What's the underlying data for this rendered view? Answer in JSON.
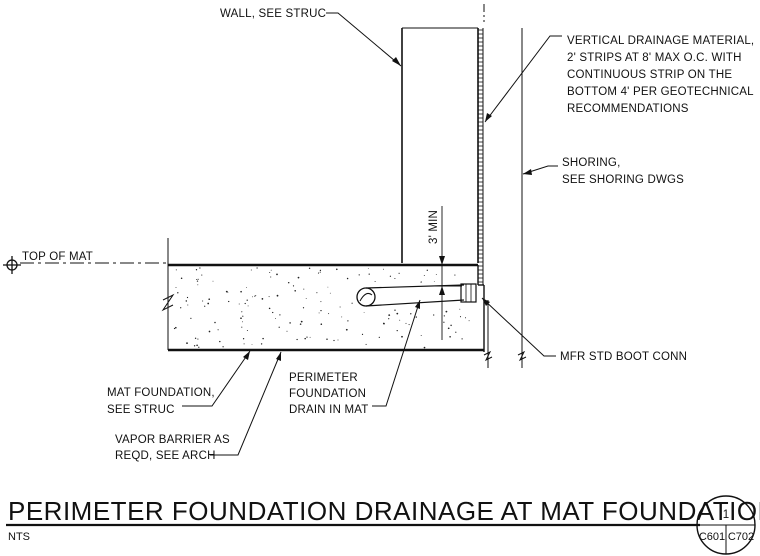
{
  "labels": {
    "wall": "WALL, SEE STRUC",
    "drainage": [
      "VERTICAL DRAINAGE MATERIAL,",
      "2' STRIPS AT 8' MAX O.C. WITH",
      "CONTINUOUS STRIP ON THE",
      "BOTTOM 4' PER GEOTECHNICAL",
      "RECOMMENDATIONS"
    ],
    "shoring": [
      "SHORING,",
      "SEE SHORING DWGS"
    ],
    "min_dim": "3' MIN",
    "top_of_mat": "TOP OF MAT",
    "boot_conn": "MFR STD BOOT CONN",
    "mat_foundation": [
      "MAT FOUNDATION,",
      "SEE STRUC"
    ],
    "perimeter_drain": [
      "PERIMETER",
      "FOUNDATION",
      "DRAIN IN MAT"
    ],
    "vapor_barrier": [
      "VAPOR BARRIER AS",
      "REQD, SEE ARCH"
    ]
  },
  "title_block": {
    "title": "PERIMETER FOUNDATION DRAINAGE AT MAT FOUNDATION",
    "scale": "NTS",
    "detail_number": "1",
    "sheet_left": "C601",
    "sheet_right": "C702"
  }
}
